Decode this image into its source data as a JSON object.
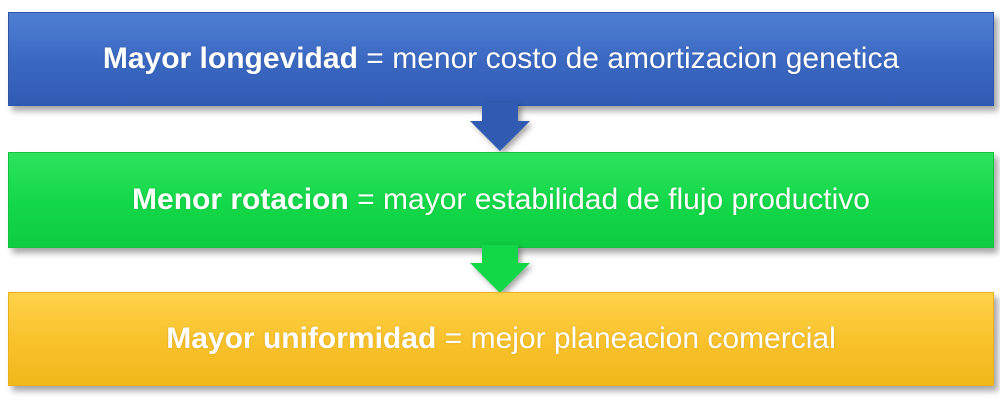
{
  "steps": [
    {
      "bold": "Mayor longevidad",
      "sep": "=",
      "rest": "menor costo de amortizacion genetica",
      "color": "#3a67c0"
    },
    {
      "bold": "Menor rotacion",
      "sep": "=",
      "rest": "mayor estabilidad de flujo productivo",
      "color": "#12d848"
    },
    {
      "bold": "Mayor uniformidad",
      "sep": "=",
      "rest": "mejor planeacion comercial",
      "color": "#f8c12a"
    }
  ],
  "arrows": [
    {
      "icon": "down-arrow-icon",
      "color": "#2f5bb3"
    },
    {
      "icon": "down-arrow-icon",
      "color": "#12d848"
    }
  ]
}
